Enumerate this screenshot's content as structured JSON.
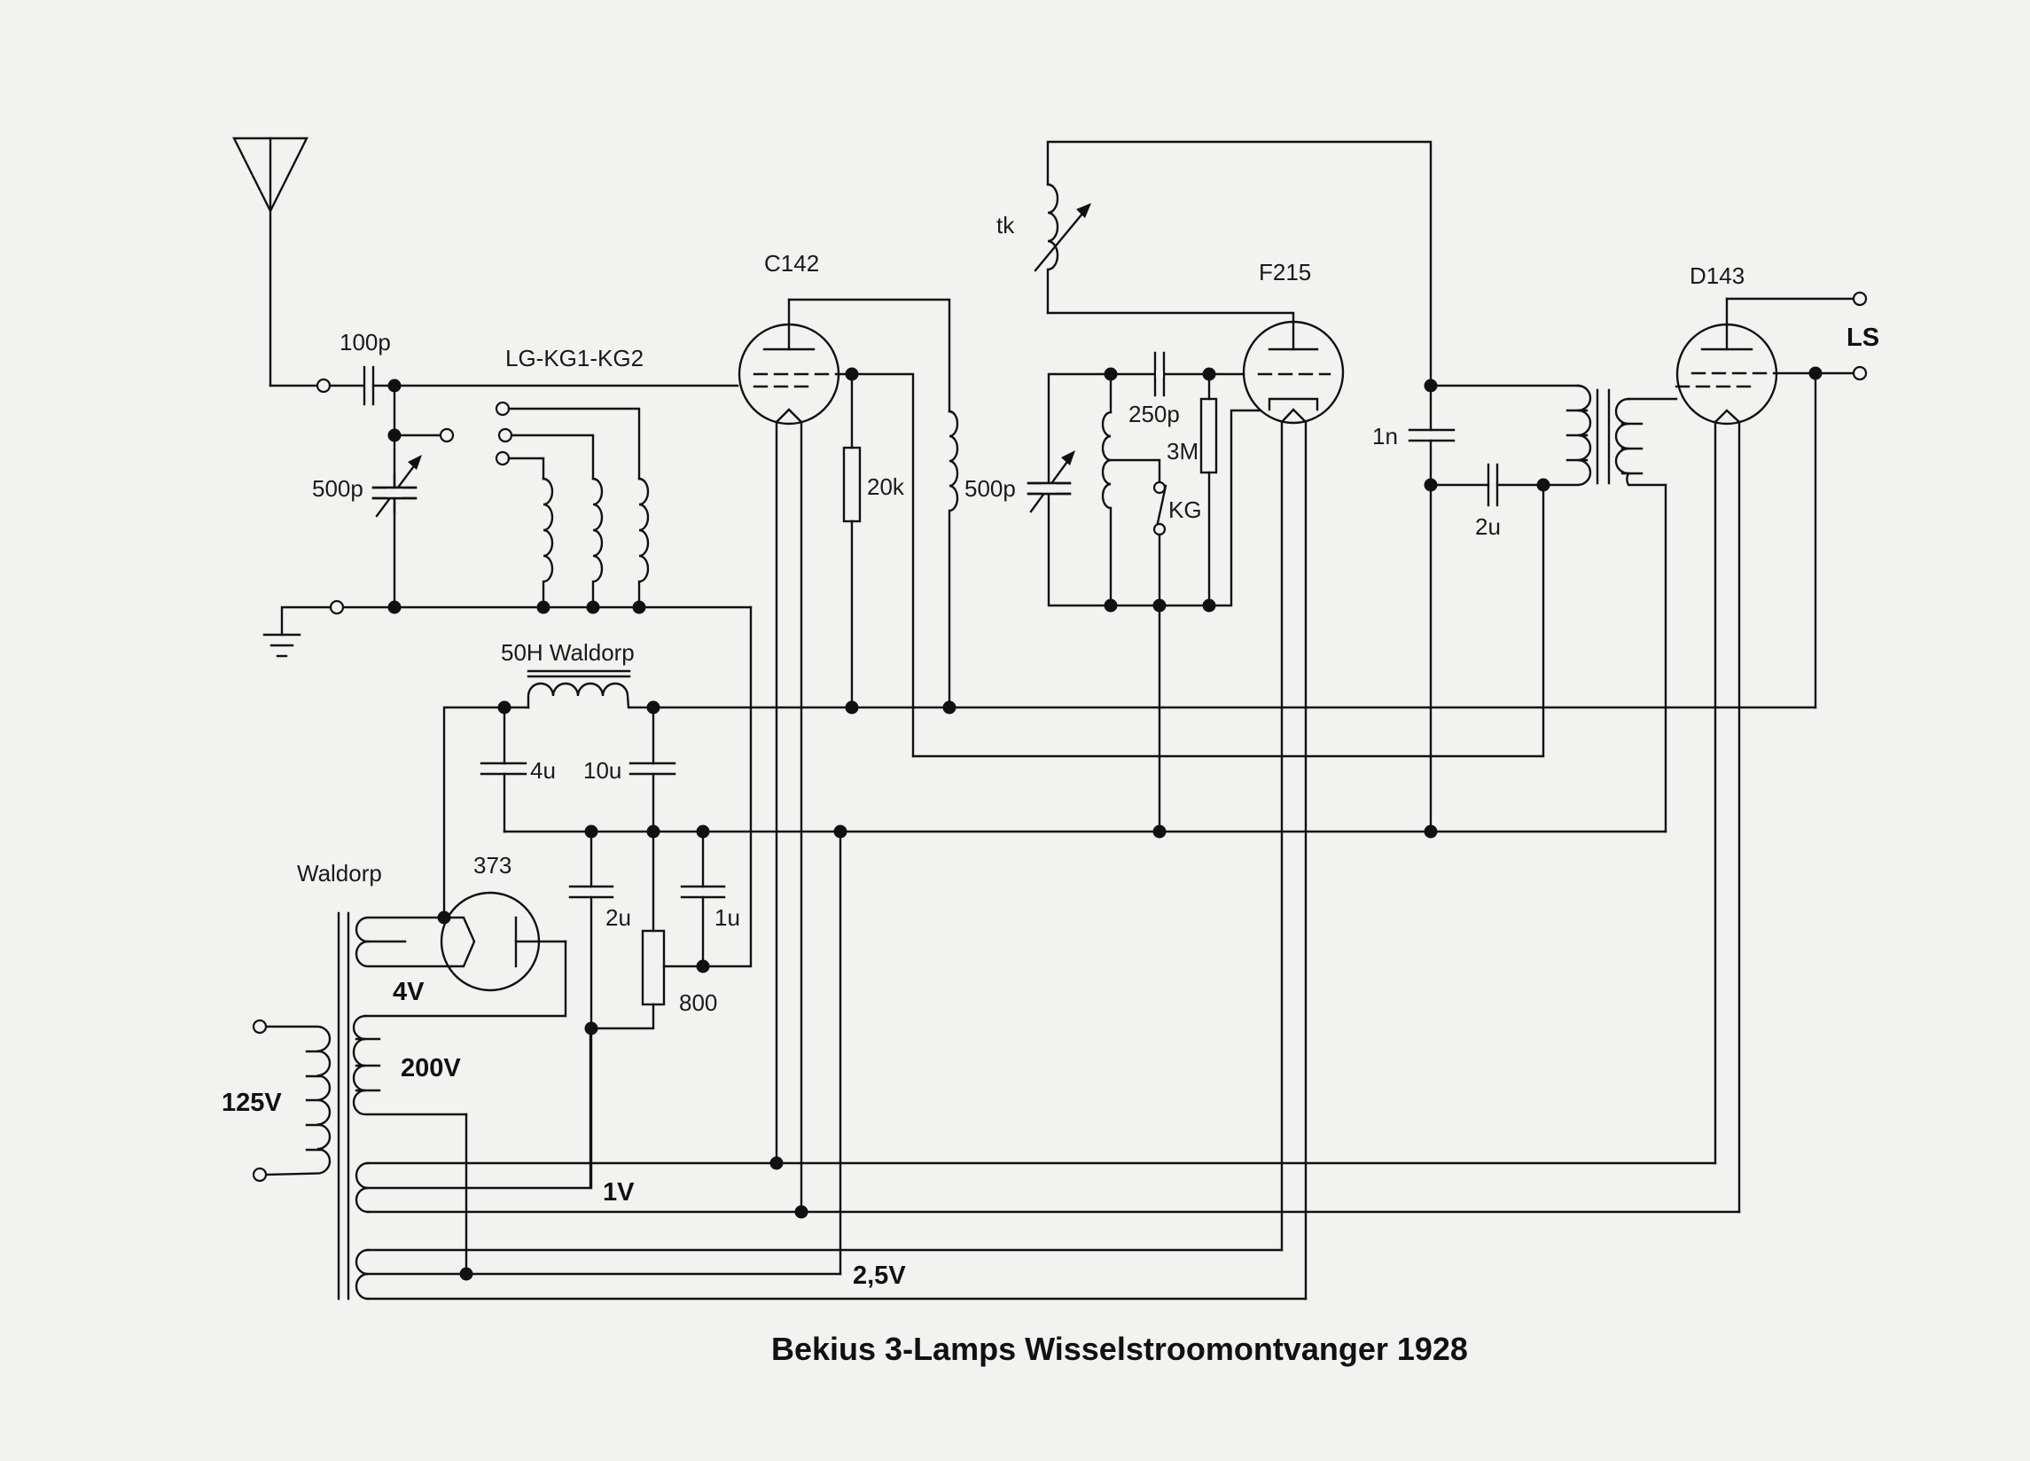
{
  "title": "Bekius 3-Lamps Wisselstroomontvanger 1928",
  "tubes": {
    "detector": "C142",
    "regen": "F215",
    "output": "D143",
    "rectifier": "373"
  },
  "labels": {
    "coupling_cap": "100p",
    "coil_selector": "LG-KG1-KG2",
    "antenna_tuning_cap": "500p",
    "anode_resistor": "20k",
    "regen_tuning_cap": "500p",
    "grid_cap": "250p",
    "grid_leak": "3M",
    "switch": "KG",
    "feedback_coil": "tk",
    "bypass_cap": "1n",
    "coupling_cap_2": "2u",
    "loudspeaker": "LS",
    "choke": "50H Waldorp",
    "filter_cap_1": "4u",
    "filter_cap_2": "10u",
    "bias_cap_1": "2u",
    "bias_cap_2": "1u",
    "bias_resistor": "800",
    "transformer": "Waldorp",
    "rect_filament_v": "4V",
    "ht_winding_v": "200V",
    "mains_v": "125V",
    "fil_1v": "1V",
    "fil_25v": "2,5V"
  }
}
